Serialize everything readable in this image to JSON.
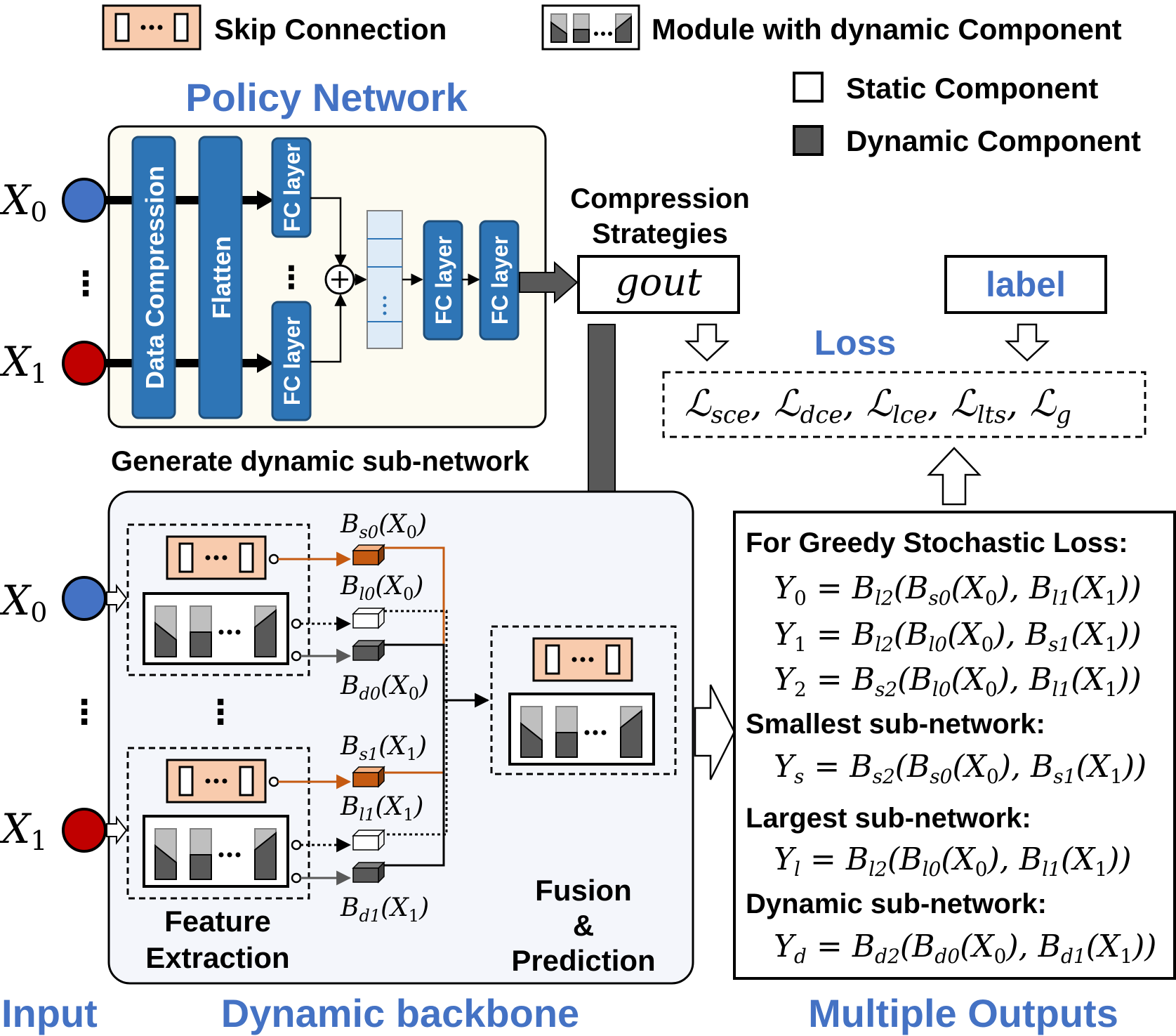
{
  "legend": {
    "skip_connection": "Skip Connection",
    "module_dynamic": "Module with dynamic Component",
    "static_component": "Static Component",
    "dynamic_component": "Dynamic Component"
  },
  "policy_network": {
    "title": "Policy Network",
    "data_compression": "Data Compression",
    "flatten": "Flatten",
    "fc_layer": "FC layer",
    "compression_strategies": [
      "Compression",
      "Strategies"
    ],
    "gout": "gout"
  },
  "inputs": {
    "x0": "X0",
    "x1": "X1",
    "dots": "⋮"
  },
  "loss": {
    "title": "Loss",
    "label": "label",
    "terms": "ℒsce, ℒdce, ℒlce, ℒlts, ℒg"
  },
  "backbone": {
    "generate_label": "Generate dynamic sub-network",
    "feature_extraction": [
      "Feature",
      "Extraction"
    ],
    "fusion": [
      "Fusion",
      "&",
      "Prediction"
    ],
    "blocks": {
      "bs0": "Bs0(X0)",
      "bl0": "Bl0(X0)",
      "bd0": "Bd0(X0)",
      "bs1": "Bs1(X1)",
      "bl1": "Bl1(X1)",
      "bd1": "Bd1(X1)"
    }
  },
  "outputs": {
    "greedy_title": "For Greedy Stochastic Loss:",
    "y0": "Y0 = Bl2(Bs0(X0), Bl1(X1))",
    "y1": "Y1 = Bl2(Bl0(X0), Bs1(X1))",
    "y2": "Y2 = Bs2(Bl0(X0), Bl1(X1))",
    "smallest_title": "Smallest sub-network:",
    "ys": "Ys = Bs2(Bs0(X0), Bs1(X1))",
    "largest_title": "Largest sub-network:",
    "yl": "Yl = Bl2(Bl0(X0), Bl1(X1))",
    "dynamic_title": "Dynamic sub-network:",
    "yd": "Yd = Bd2(Bd0(X0), Bd1(X1))"
  },
  "bottom_labels": {
    "input": "Input",
    "dynamic_backbone": "Dynamic backbone",
    "multiple_outputs": "Multiple Outputs"
  },
  "colors": {
    "title_blue": "#4472C4",
    "layer_blue": "#2E75B6",
    "skip_fill": "#F8CBAD",
    "orange": "#C55A11",
    "dark_gray": "#595959",
    "input_blue": "#4472C4",
    "input_red": "#C00000",
    "policy_bg": "#FDFBF1",
    "backbone_bg": "#F4F6FB"
  }
}
